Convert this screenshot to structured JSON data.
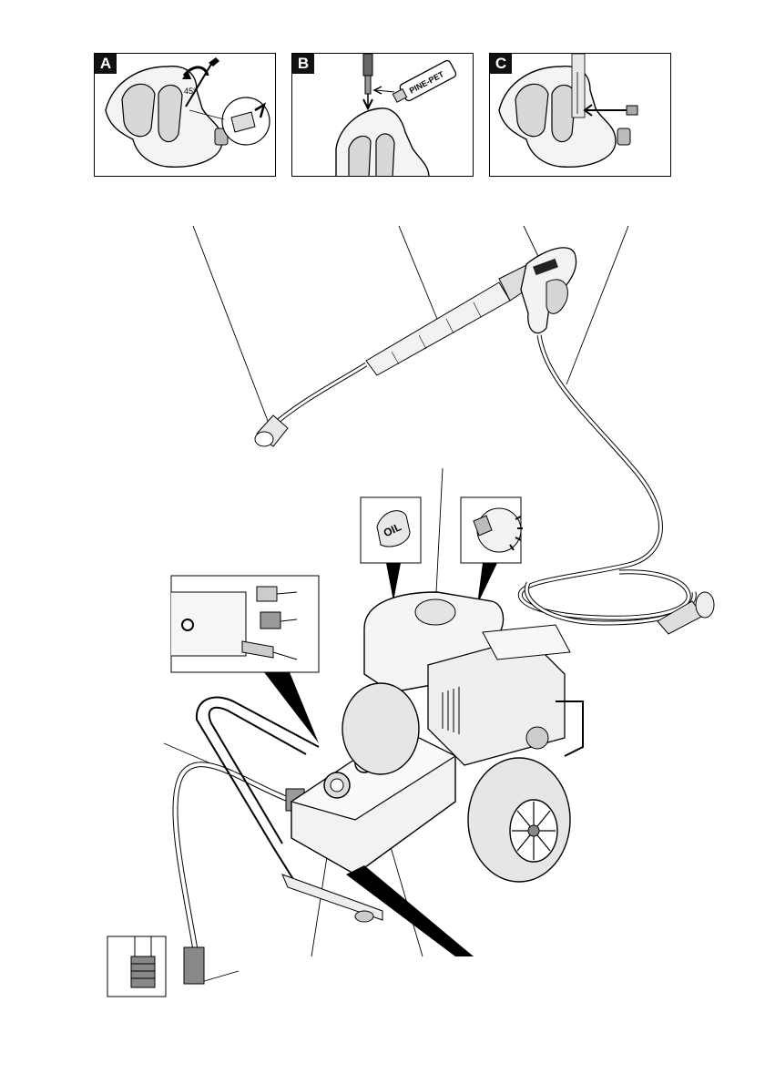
{
  "panels": [
    {
      "label": "A",
      "angle": "45°"
    },
    {
      "label": "B",
      "tube_text": "PINE-PET"
    },
    {
      "label": "C"
    }
  ],
  "callouts": {
    "oil_cap": "OIL"
  },
  "colors": {
    "line": "#000000",
    "tire": "#e6e6e6",
    "shade": "#cfcfcf"
  }
}
